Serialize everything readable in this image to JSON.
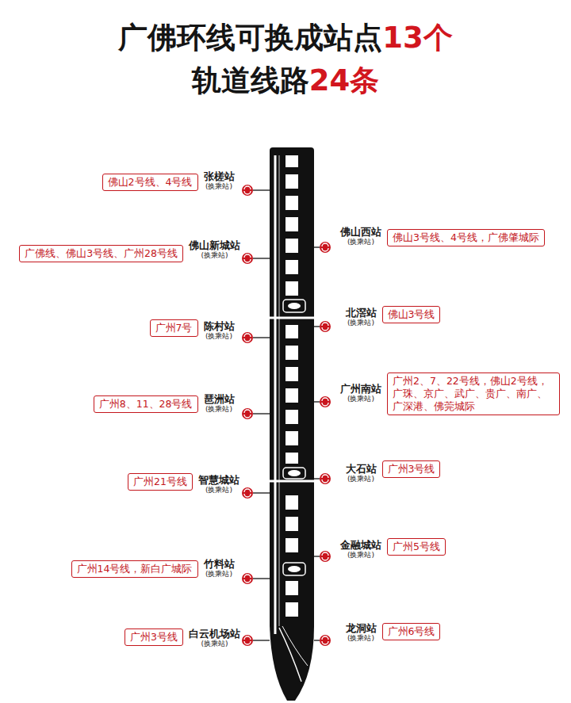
{
  "diagram": {
    "nodes": [
      {
        "text": [
          "佛山2号线、4号线"
        ]
      },
      {
        "text": [
          "佛山3号线、4号线，广佛肇城际"
        ]
      },
      {
        "text": [
          "广佛线、佛山3号线、广州28号线"
        ]
      },
      {
        "text": [
          "佛山3号线"
        ]
      },
      {
        "text": [
          "广州7号"
        ]
      },
      {
        "text": [
          "广州2、7、22号线，佛山2号线，广珠、京广、武广、贵广、南广、广深港、佛莞城际"
        ]
      },
      {
        "text": [
          "广州8、11、28号线"
        ]
      },
      {
        "text": [
          "广州3号线"
        ]
      },
      {
        "text": [
          "广州21号线"
        ]
      },
      {
        "text": [
          "广州5号线"
        ]
      },
      {
        "text": [
          "广州14号线，新白广城际"
        ]
      },
      {
        "text": [
          "广州6号线"
        ]
      },
      {
        "text": [
          "广州3号线"
        ]
      }
    ],
    "labels": [
      "广佛环线可换成站点",
      "13个",
      "轨道线路",
      "24条",
      "张槎站",
      "(换乘站)",
      "佛山西站",
      "(换乘站)",
      "佛山新城站",
      "(换乘站)",
      "北滘站",
      "(换乘站)",
      "陈村站",
      "(换乘站)",
      "广州南站",
      "(换乘站)",
      "琶洲站",
      "(换乘站)",
      "大石站",
      "(换乘站)",
      "智慧城站",
      "(换乘站)",
      "金融城站",
      "(换乘站)",
      "竹料站",
      "(换乘站)",
      "龙洞站",
      "(换乘站)",
      "白云机场站",
      "(换乘站)"
    ]
  }
}
